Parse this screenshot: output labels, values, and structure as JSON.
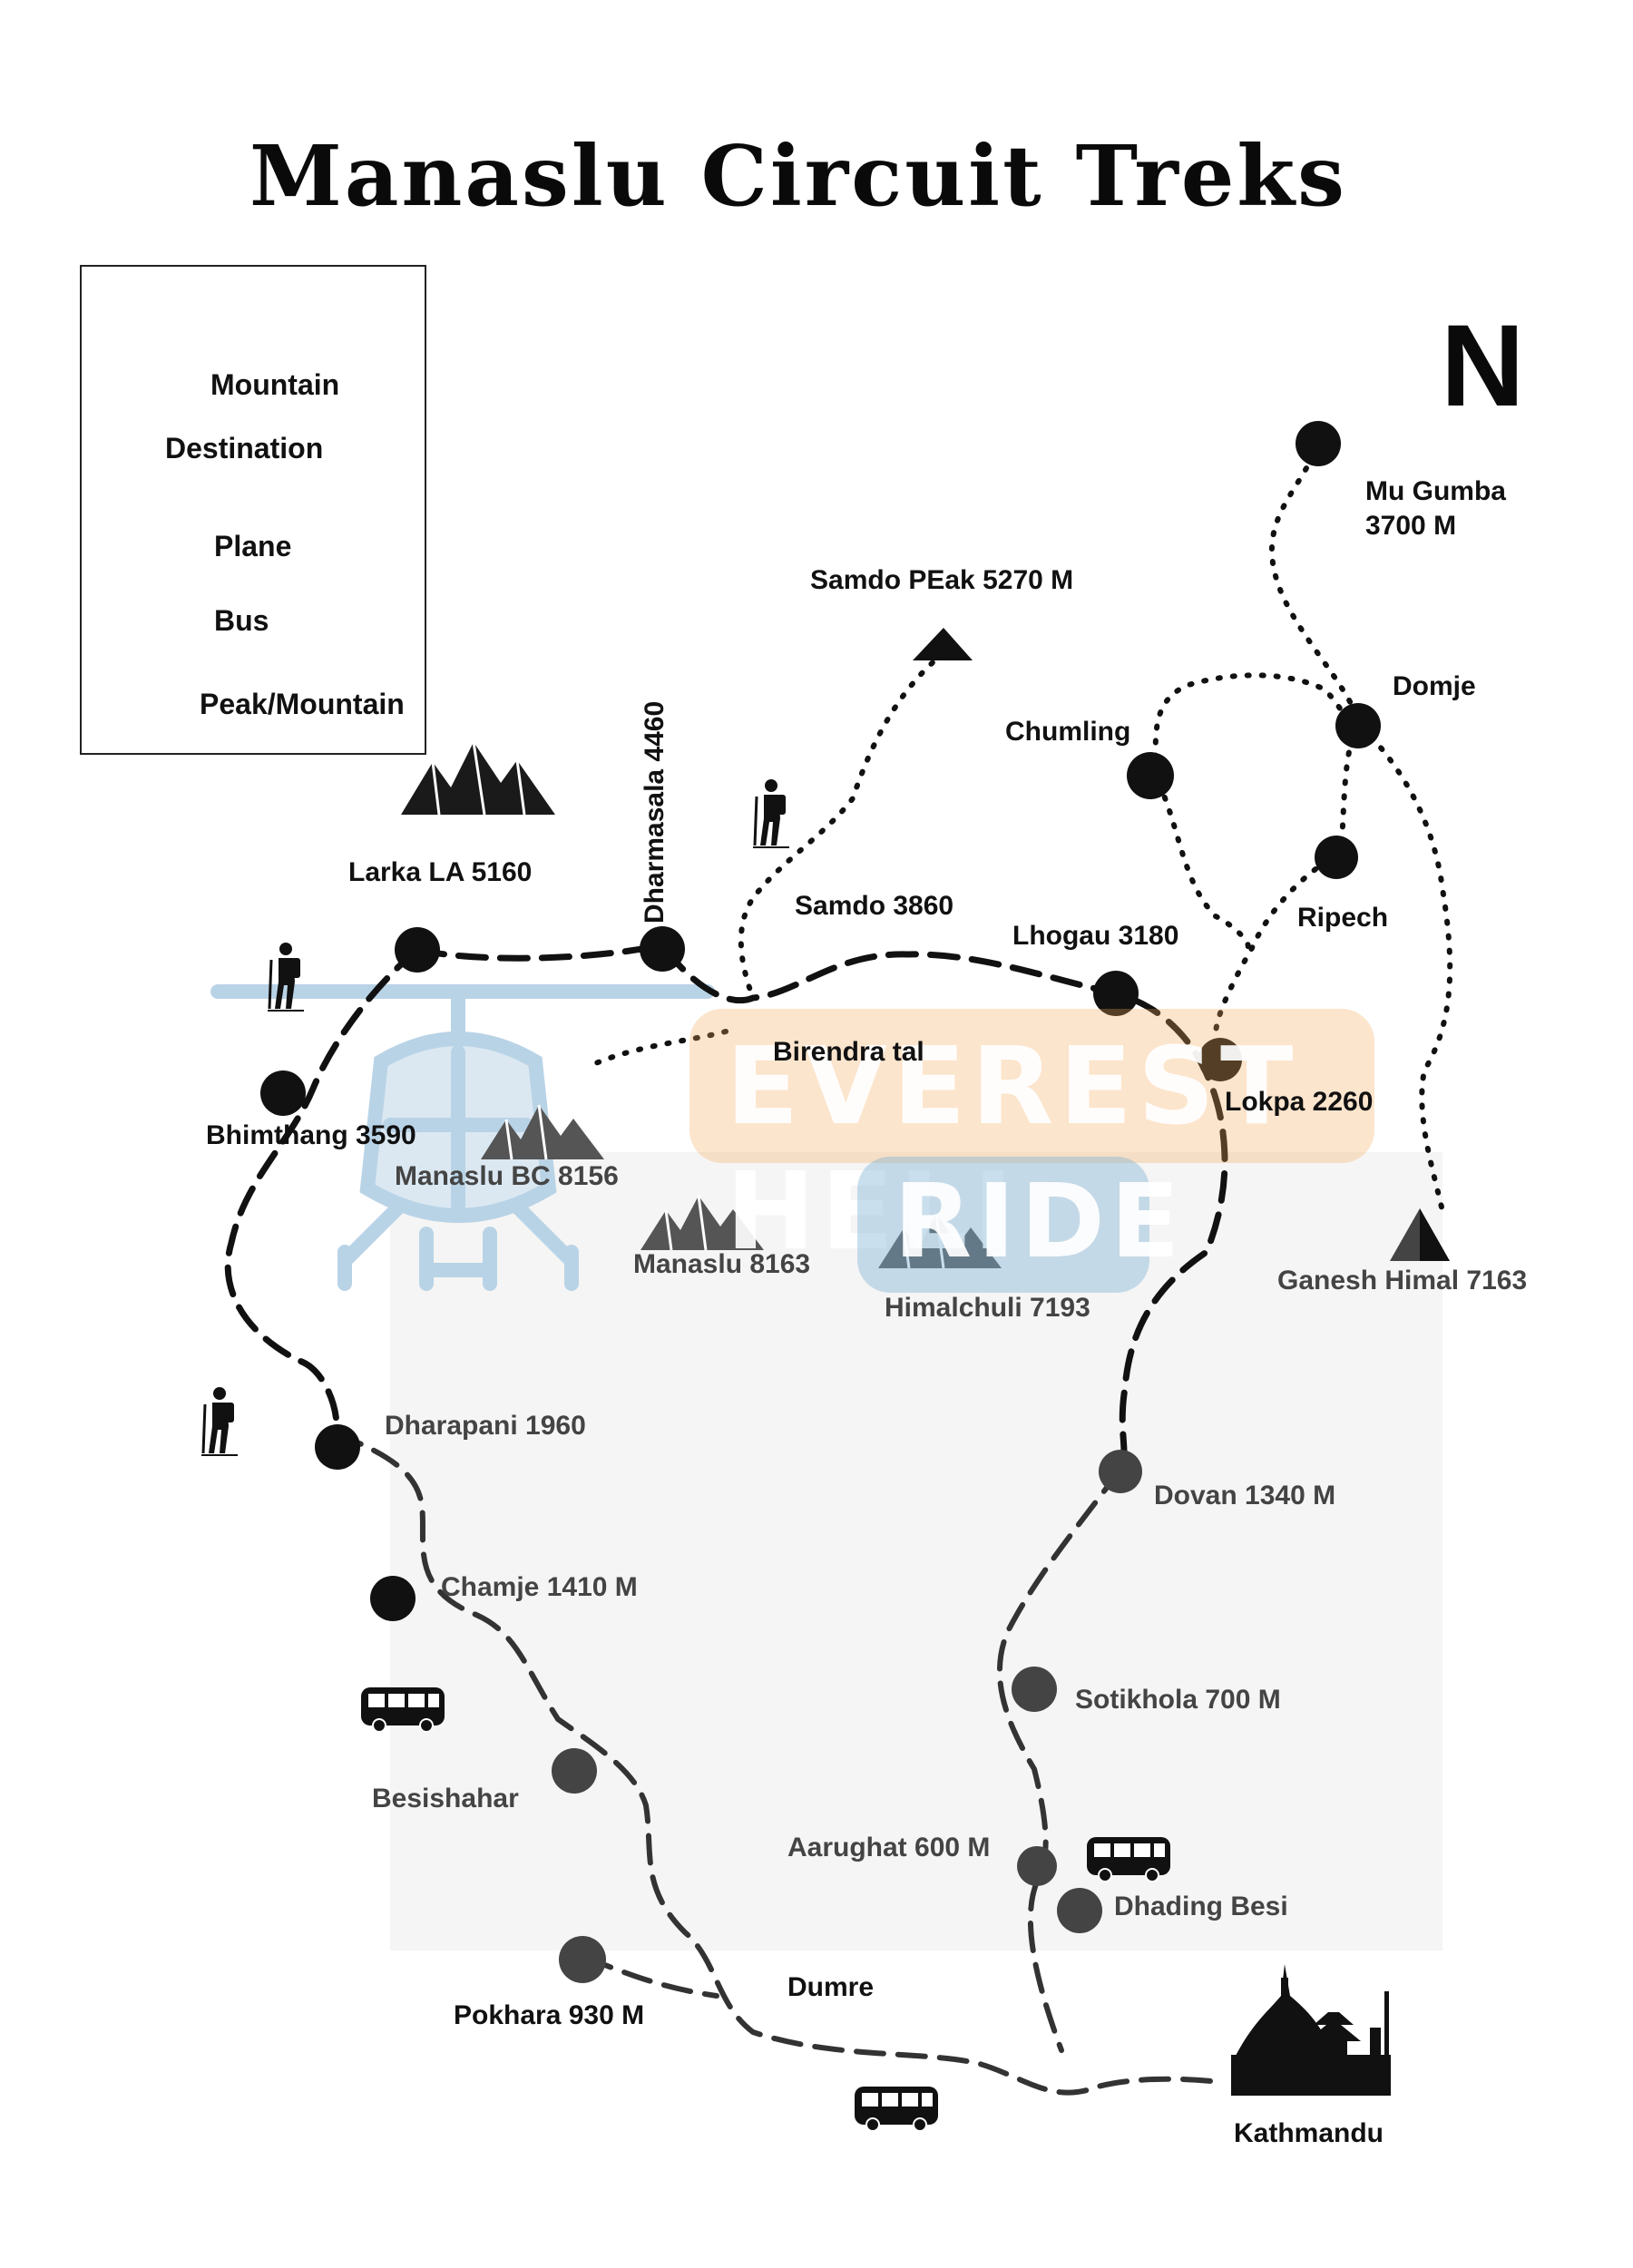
{
  "map": {
    "title": "Manaslu Circuit Treks",
    "north_label": "N",
    "watermark": {
      "line1": "EVEREST HELI",
      "line2": "RIDE"
    }
  },
  "legend": {
    "items": [
      {
        "label": "Mountain",
        "icon": "mountain-range-icon"
      },
      {
        "label": "Destination",
        "icon": "filled-circle-icon"
      },
      {
        "label": "Plane",
        "icon": "plane-icon"
      },
      {
        "label": "Bus",
        "icon": "bus-icon"
      },
      {
        "label": "Peak/Mountain",
        "icon": "triangle-peak-icon"
      }
    ]
  },
  "places": {
    "mu_gumba": "Mu Gumba",
    "mu_gumba_alt": "3700 M",
    "samdo_peak": "Samdo PEak 5270 M",
    "domje": "Domje",
    "chumling": "Chumling",
    "dharmasala": "Dharmasala 4460",
    "larka_la": "Larka LA 5160",
    "samdo": "Samdo 3860",
    "lhogau": "Lhogau 3180",
    "ripech": "Ripech",
    "birendra_tal": "Birendra tal",
    "lokpa": "Lokpa 2260",
    "bhimthang": "Bhimthang 3590",
    "manaslu_bc": "Manaslu BC 8156",
    "manaslu": "Manaslu 8163",
    "himalchuli": "Himalchuli 7193",
    "ganesh_himal": "Ganesh Himal 7163",
    "dharapani": "Dharapani 1960",
    "dovan": "Dovan 1340 M",
    "chamje": "Chamje 1410 M",
    "sotikhola": "Sotikhola 700 M",
    "besishahar": "Besishahar",
    "aarughat": "Aarughat 600 M",
    "dhading_besi": "Dhading Besi",
    "dumre": "Dumre",
    "pokhara": "Pokhara 930 M",
    "kathmandu": "Kathmandu"
  },
  "colors": {
    "ink": "#111111",
    "soft_ink": "#444444",
    "watermark_orange": "#f6aa5a",
    "watermark_blue": "#7ab0d2",
    "watermark_heli": "#b9d3e6"
  }
}
